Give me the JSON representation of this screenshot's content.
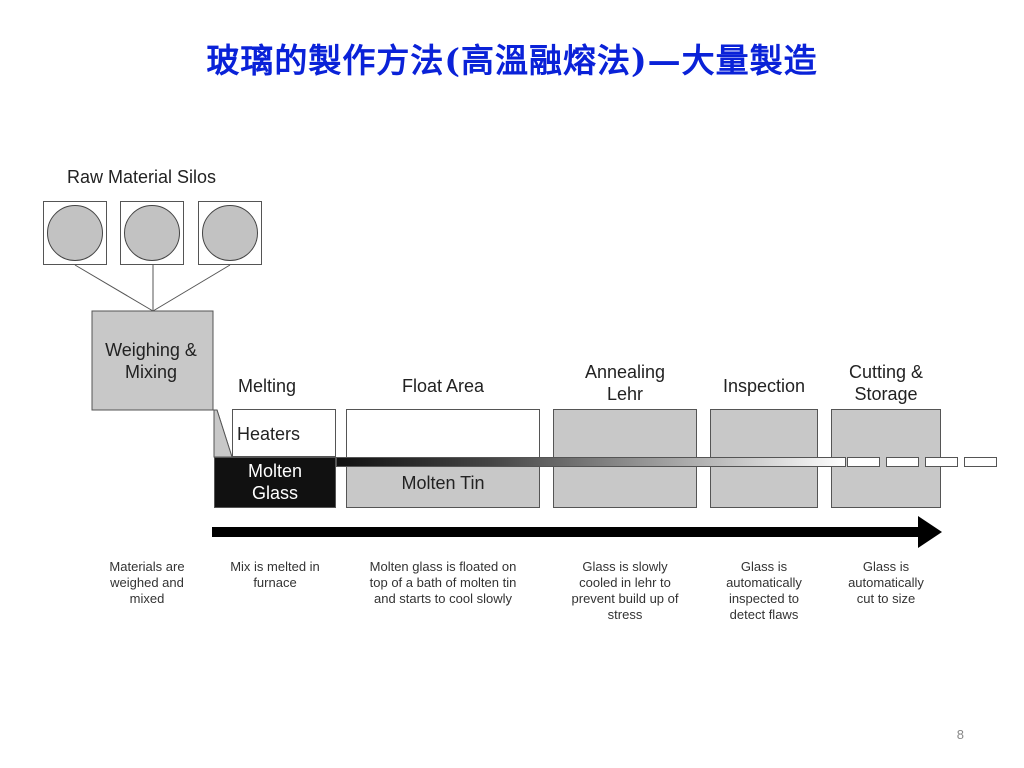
{
  "title": "玻璃的製作方法(高溫融熔法)—大量製造",
  "silos_label": "Raw Material Silos",
  "stages": {
    "weighing": "Weighing &\nMixing",
    "melting": "Melting",
    "heaters": "Heaters",
    "molten_glass": "Molten\nGlass",
    "float_area": "Float Area",
    "molten_tin": "Molten Tin",
    "annealing": "Annealing\nLehr",
    "inspection": "Inspection",
    "cutting": "Cutting &\nStorage"
  },
  "descriptions": {
    "weighing": "Materials are\nweighed and\nmixed",
    "melting": "Mix is melted in\nfurnace",
    "float": "Molten glass is floated on\ntop of a bath of molten tin\nand starts to cool slowly",
    "annealing": "Glass is slowly\ncooled in lehr to\nprevent build up of\nstress",
    "inspection": "Glass is\nautomatically\ninspected to\ndetect flaws",
    "cutting": "Glass is\nautomatically\ncut to size"
  },
  "page_number": "8"
}
